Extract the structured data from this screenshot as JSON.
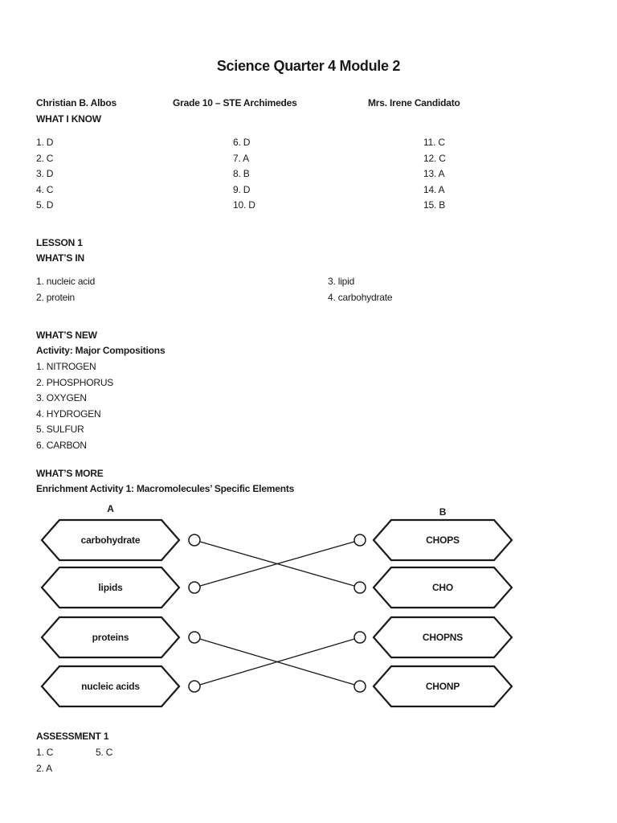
{
  "page": {
    "title": "Science Quarter 4 Module 2"
  },
  "header": {
    "student": "Christian B. Albos",
    "grade_section": "Grade 10 – STE Archimedes",
    "teacher": "Mrs. Irene Candidato"
  },
  "what_i_know": {
    "heading": "WHAT I KNOW",
    "columns": [
      [
        "1. D",
        "2. C",
        "3. D",
        "4. C",
        "5. D"
      ],
      [
        "6. D",
        "7. A",
        "8. B",
        "9. D",
        "10. D"
      ],
      [
        "11. C",
        "12. C",
        "13. A",
        "14. A",
        "15. B"
      ]
    ]
  },
  "lesson1": {
    "heading": "LESSON 1",
    "subheading": "WHAT’S IN",
    "column1": [
      "1. nucleic acid",
      "2. protein"
    ],
    "column2": [
      "3. lipid",
      "4. carbohydrate"
    ]
  },
  "whats_new": {
    "heading": "WHAT’S NEW",
    "activity_title": "Activity: Major Compositions",
    "items": [
      "1. NITROGEN",
      "2. PHOSPHORUS",
      "3. OXYGEN",
      "4. HYDROGEN",
      "5. SULFUR",
      "6. CARBON"
    ]
  },
  "whats_more": {
    "heading": "WHAT’S MORE",
    "activity_title": "Enrichment Activity 1: Macromolecules’ Specific Elements",
    "column_a_label": "A",
    "column_b_label": "B",
    "left_items": [
      "carbohydrate",
      "lipids",
      "proteins",
      "nucleic acids"
    ],
    "right_items": [
      "CHOPS",
      "CHO",
      "CHOPNS",
      "CHONP"
    ],
    "connections": [
      [
        0,
        1
      ],
      [
        1,
        0
      ],
      [
        2,
        3
      ],
      [
        3,
        2
      ]
    ],
    "matches": [
      {
        "left": "carbohydrate",
        "right": "CHO"
      },
      {
        "left": "lipids",
        "right": "CHOPS"
      },
      {
        "left": "proteins",
        "right": "CHONP"
      },
      {
        "left": "nucleic acids",
        "right": "CHOPNS"
      }
    ]
  },
  "assessment1": {
    "heading": "ASSESSMENT 1",
    "column1": [
      "1. C",
      "2. A"
    ],
    "column2": [
      "5. C"
    ]
  },
  "colors": {
    "text": "#1a1a1a",
    "background": "#ffffff",
    "shape_border": "#1a1a1a"
  }
}
